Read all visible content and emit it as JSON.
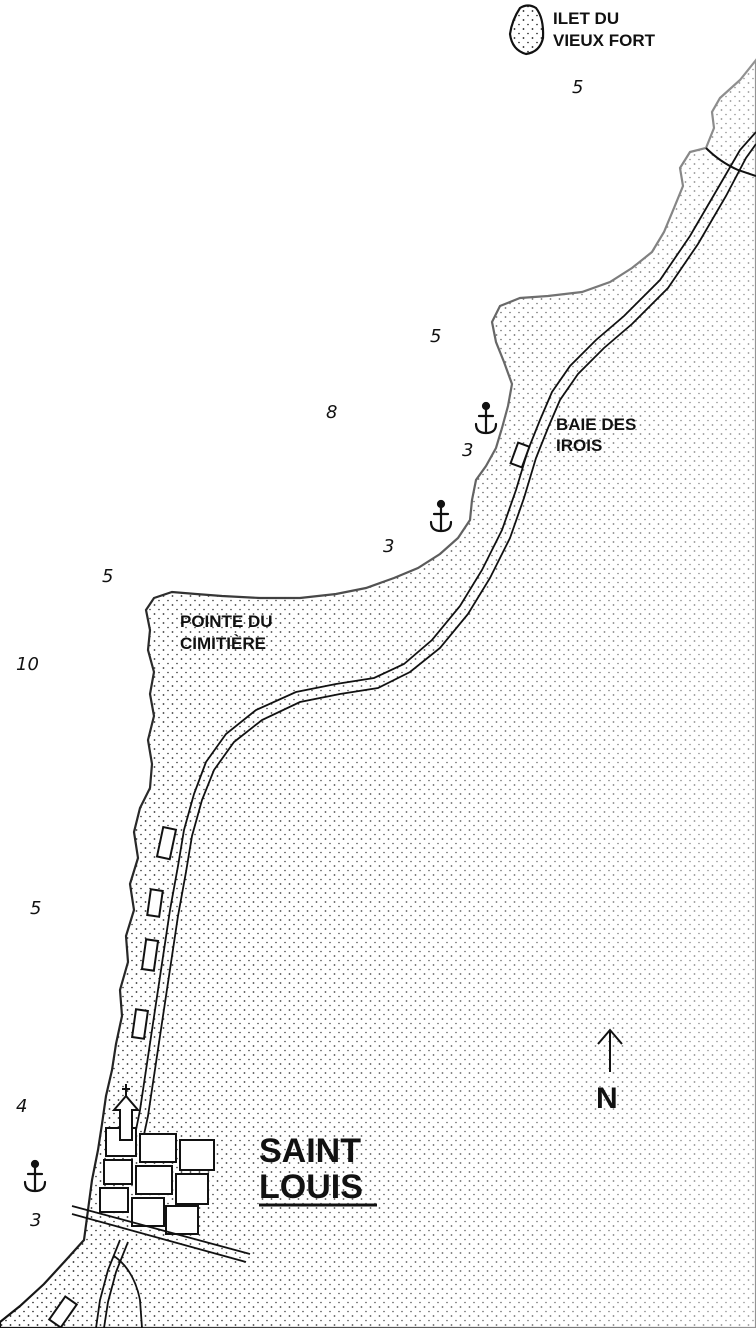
{
  "map": {
    "labels": {
      "ilet_line1": "ILET DU",
      "ilet_line2": "VIEUX FORT",
      "baie_line1": "BAIE DES",
      "baie_line2": "IROIS",
      "pointe_line1": "POINTE DU",
      "pointe_line2": "CIMITIÈRE",
      "town_line1": "SAINT",
      "town_line2": "LOUIS",
      "north": "N"
    },
    "soundings": [
      "5",
      "5",
      "8",
      "3",
      "3",
      "5",
      "10",
      "5",
      "4",
      "3"
    ],
    "colors": {
      "ink": "#111111",
      "land_dots": "#1a1a1a",
      "sea": "#ffffff"
    },
    "icons": [
      "anchor-icon",
      "north-arrow-icon",
      "church-icon"
    ]
  }
}
